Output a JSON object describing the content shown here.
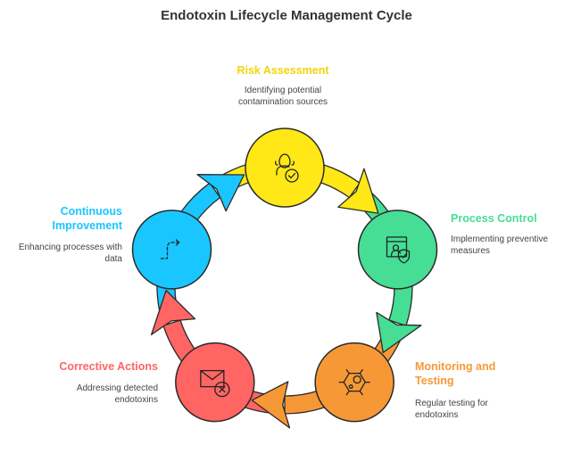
{
  "title": "Endotoxin Lifecycle Management Cycle",
  "colors": {
    "yellow": "#FFE816",
    "green": "#45DE94",
    "orange": "#F79837",
    "red": "#FF6563",
    "blue": "#1AC6FF",
    "outline": "#2a2a2a"
  },
  "steps": [
    {
      "label": "Risk Assessment",
      "desc_lines": [
        "Identifying potential",
        "contamination sources"
      ],
      "color": "#FFE816",
      "text_color": "#F2D40A",
      "icon": "user-check-icon"
    },
    {
      "label": "Process Control",
      "desc_lines": [
        "Implementing preventive",
        "measures"
      ],
      "color": "#45DE94",
      "text_color": "#45DE94",
      "icon": "profile-shield-icon"
    },
    {
      "label_lines": [
        "Monitoring and",
        "Testing"
      ],
      "desc_lines": [
        "Regular testing for",
        "endotoxins"
      ],
      "color": "#F79837",
      "text_color": "#F79837",
      "icon": "molecule-icon"
    },
    {
      "label": "Corrective Actions",
      "desc_lines": [
        "Addressing detected",
        "endotoxins"
      ],
      "color": "#FF6563",
      "text_color": "#FF6563",
      "icon": "mail-x-icon"
    },
    {
      "label_lines": [
        "Continuous",
        "Improvement"
      ],
      "desc_lines": [
        "Enhancing processes with",
        "data"
      ],
      "color": "#1AC6FF",
      "text_color": "#1AC6FF",
      "icon": "path-arrow-icon"
    }
  ]
}
